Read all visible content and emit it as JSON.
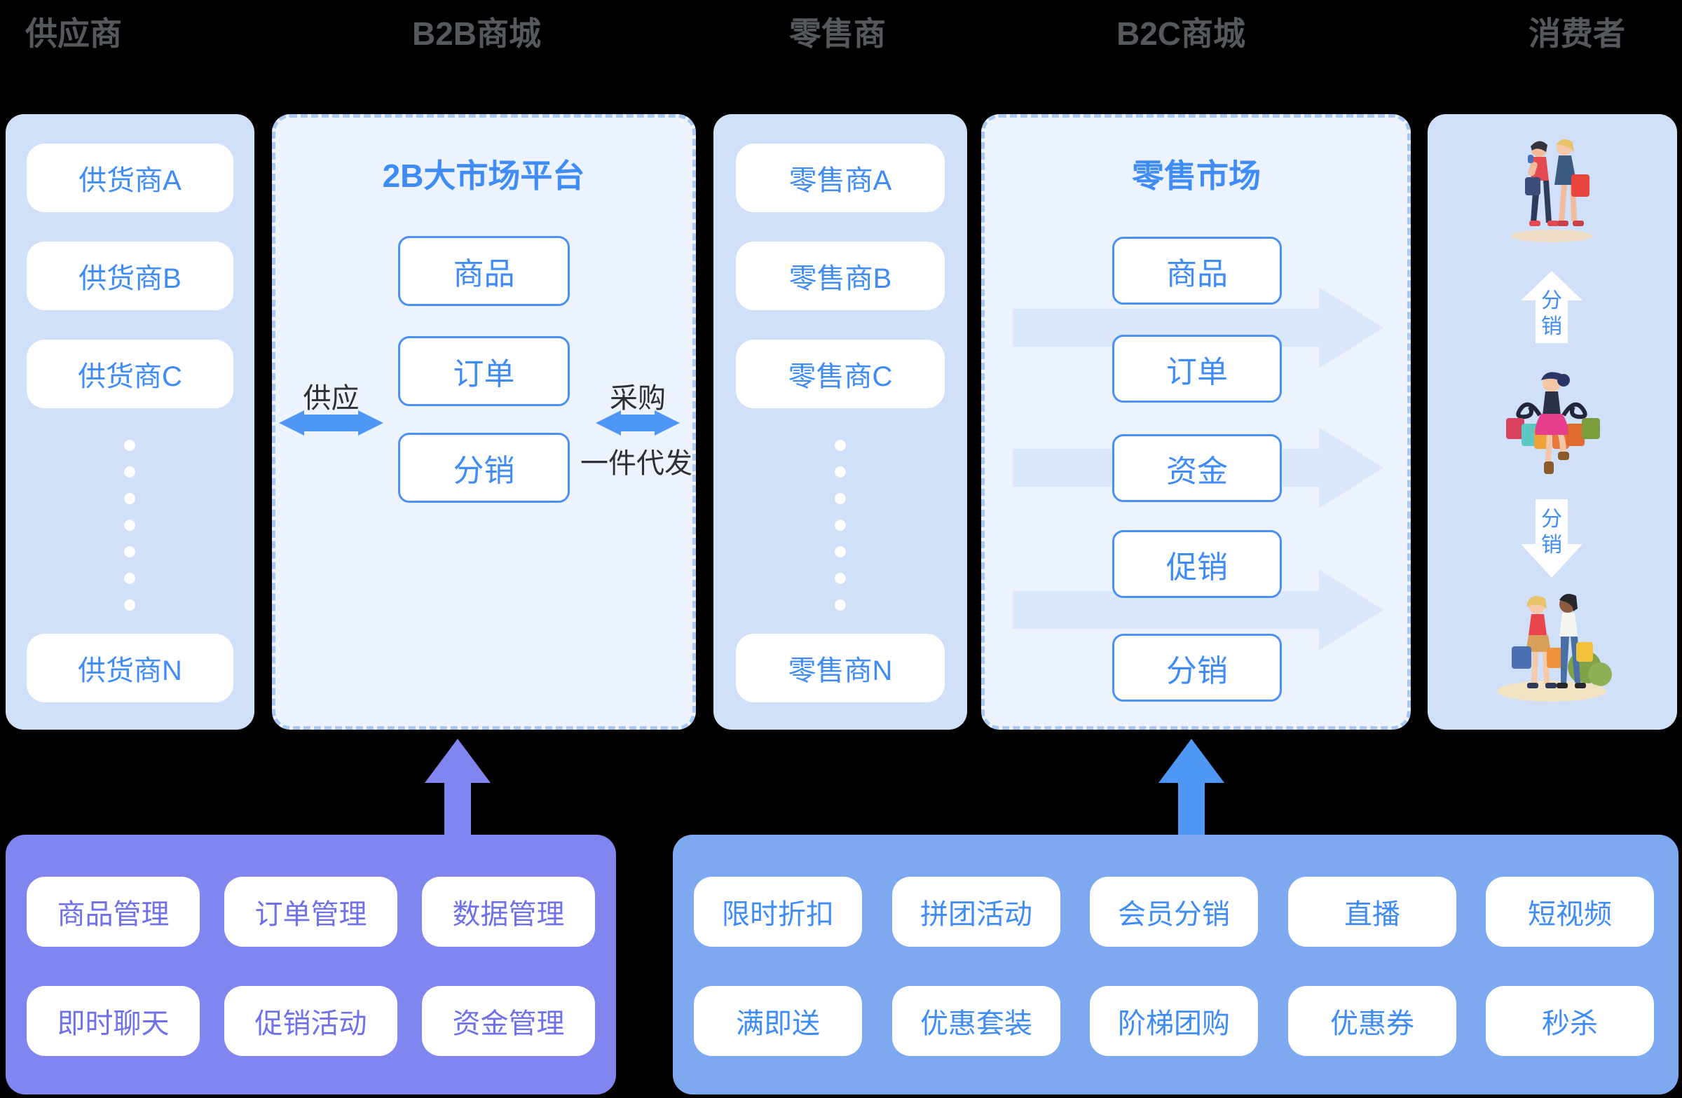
{
  "headers": {
    "supplier": "供应商",
    "b2b": "B2B商城",
    "retailer": "零售商",
    "b2c": "B2C商城",
    "consumer": "消费者"
  },
  "supplier_panel": {
    "items": [
      "供货商A",
      "供货商B",
      "供货商C",
      "供货商N"
    ]
  },
  "b2b_panel": {
    "title": "2B大市场平台",
    "modules": [
      "商品",
      "订单",
      "分销"
    ],
    "supply_label": "供应",
    "purchase_label": "采购",
    "dropship_label": "一件代发"
  },
  "retailer_panel": {
    "items": [
      "零售商A",
      "零售商B",
      "零售商C",
      "零售商N"
    ]
  },
  "b2c_panel": {
    "title": "零售市场",
    "modules": [
      "商品",
      "订单",
      "资金",
      "促销",
      "分销"
    ]
  },
  "consumer_panel": {
    "distribution_up_label": "分销",
    "distribution_down_label": "分销"
  },
  "b2b_admin_panel": {
    "buttons": [
      "商品管理",
      "订单管理",
      "数据管理",
      "即时聊天",
      "促销活动",
      "资金管理"
    ]
  },
  "b2c_marketing_panel": {
    "buttons": [
      "限时折扣",
      "拼团活动",
      "会员分销",
      "直播",
      "短视频",
      "满即送",
      "优惠套装",
      "阶梯团购",
      "优惠券",
      "秒杀"
    ]
  },
  "icons": {
    "up_arrow": "triangle-up-arrow",
    "flow_arrow": "right-flow-arrow",
    "double_arrow": "double-headed-arrow",
    "distribution_up_arrow": "white-up-arrow",
    "distribution_down_arrow": "white-down-arrow",
    "ellipsis_dots": "vertical-ellipsis"
  },
  "colors": {
    "background": "#000000",
    "header_text": "#55585d",
    "accent_blue": "#3F8CF7",
    "solid_panel_blue": "#CFE0F8",
    "dashed_panel_bg": "#EDF3FD",
    "dashed_border": "#A8C8F1",
    "arrow_blue": "#4E97F5",
    "pale_flow_arrow": "#DBE7FA",
    "purple_panel": "#8185EF",
    "purple_text": "#6F71EB",
    "bottom_blue_panel": "#7EA9F1",
    "label_dark": "#2E3033"
  }
}
